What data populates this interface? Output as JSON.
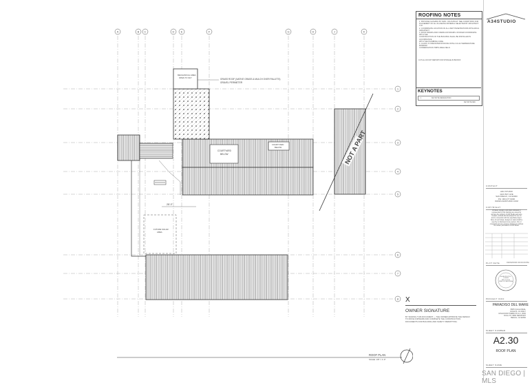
{
  "roofing_notes": {
    "title": "ROOFING NOTES",
    "items": [
      "1. PROVIDE FLASHING BY DWG. OR AS BUILT. SEE CONDITIONS FOR",
      "   PLACEMENT OF ALL FLASHING MATERIAL SELECTED BY ARCHITECT. TYP.",
      "2. COORDINATE LOCATION OF ALL VENT PENETRATIONS WITH ARCH. ARCHITECT.",
      "3. ROOF DRAINS AND OVERFLOW DRAINS. ROOFER COORDINATE WITH THE",
      "   CONSTRUCTION OF THE BUILDING SHALL BE INSTALLED IN ACCORDANCE",
      "   WITH THE PLUMBING CODE.",
      "4. CLASS 'A' FIRE RATED ROOFING WITH A 10-24 TEMPERATURE MINIMUM",
      "   CONDENSATION TRIPS AREA FIELD."
    ],
    "small_note": "CUT ALL DO NOT REPORT FOR STORAGE IN BID BOX"
  },
  "keynotes": {
    "title": "KEYNOTES",
    "row_label": "KEYNOTE DESIGNATION",
    "row_num": "1",
    "rev": "KEYNOTE REV"
  },
  "firm": {
    "logo": "A34STUDIO"
  },
  "title_block": {
    "contact_label": "CONTACT",
    "contact_lines": [
      "AD4 STUDIO",
      "1121 BAY AVE",
      "SAN DIEGO, CA 92000",
      "",
      "PH: 000.477.9000",
      "WWW.A34STUDIO.COM"
    ],
    "copyright_label": "COPYRIGHT",
    "copyright_lines": [
      "All ideas, designs, and plans indicated or",
      "represented by this drawing are owned by",
      "and are the property of A34 Studio and were",
      "created, evolved and developed for use on",
      "and in connection with the specified project.",
      "None of such ideas, designs or plans shall be",
      "used by or disclosed to any person, firm or",
      "corporation for any purpose whatsoever without",
      "the written permission of A34 Studio."
    ],
    "plot_date_label": "PLOT DATE",
    "plot_date_value": "XX/XX/XXXX XX:XX:XX PM",
    "seal_lines": [
      "ALLAN WOLFTELL",
      "C-000000",
      "REN. 00-00-00",
      "STATE OF CALIFORNIA"
    ],
    "project_label": "PROJECT INFO",
    "project_name": "PARADISO DEL MARE",
    "address_lines": [
      "8005 CALLE REAL",
      "GOLETA, CA 93117",
      "",
      "CPH-DOOR PUEBLOS LLC, 0000",
      "DUAL ST. #990 NEWPORT",
      "BEACH, CA 92660"
    ],
    "sheet_label": "SHEET NUMBER",
    "sheet_number": "A2.30",
    "sheet_title": "ROOF PLAN",
    "sheet_name_label": "SHEET NAME"
  },
  "owner": {
    "x_mark": "X",
    "signature_label": "OWNER SIGNATURE",
    "note": "BY SIGNING THIS DOCUMENT — THE OWNER APPROVE THE DESIGN TO MOVE FORWARD AND COMPLETE THE CONSTRUCTION DOCUMENTS FOR BUILDING AND SAFETY PERMITTING."
  },
  "plan": {
    "grid_cols": [
      "A",
      "B",
      "C",
      "D",
      "E",
      "F",
      "G",
      "H",
      "J",
      "K"
    ],
    "grid_rows": [
      "1",
      "2",
      "3",
      "4",
      "5",
      "6",
      "7",
      "8"
    ],
    "not_a_part": "NOT A PART",
    "courtyard_1": [
      "COURTYARD",
      "BELOW"
    ],
    "courtyard_2": [
      "COURTYARD",
      "BELOW"
    ],
    "mech_label": [
      "MECHANICAL AREA",
      "OPEN TO SKY"
    ],
    "green_roof_label": [
      "GRASS ROOF (NATIVE GRASS & MULCH OVER PALLETS)",
      "GRAVEL PERIMETER"
    ],
    "future_label": [
      "FUTURE SOLAR",
      "AREA"
    ],
    "dim_label": "28'-0\"",
    "title": "ROOF PLAN",
    "scale": "SCALE: 1/8\" = 1'-0\""
  },
  "footer": {
    "mls": "SAN DIEGO | MLS"
  }
}
